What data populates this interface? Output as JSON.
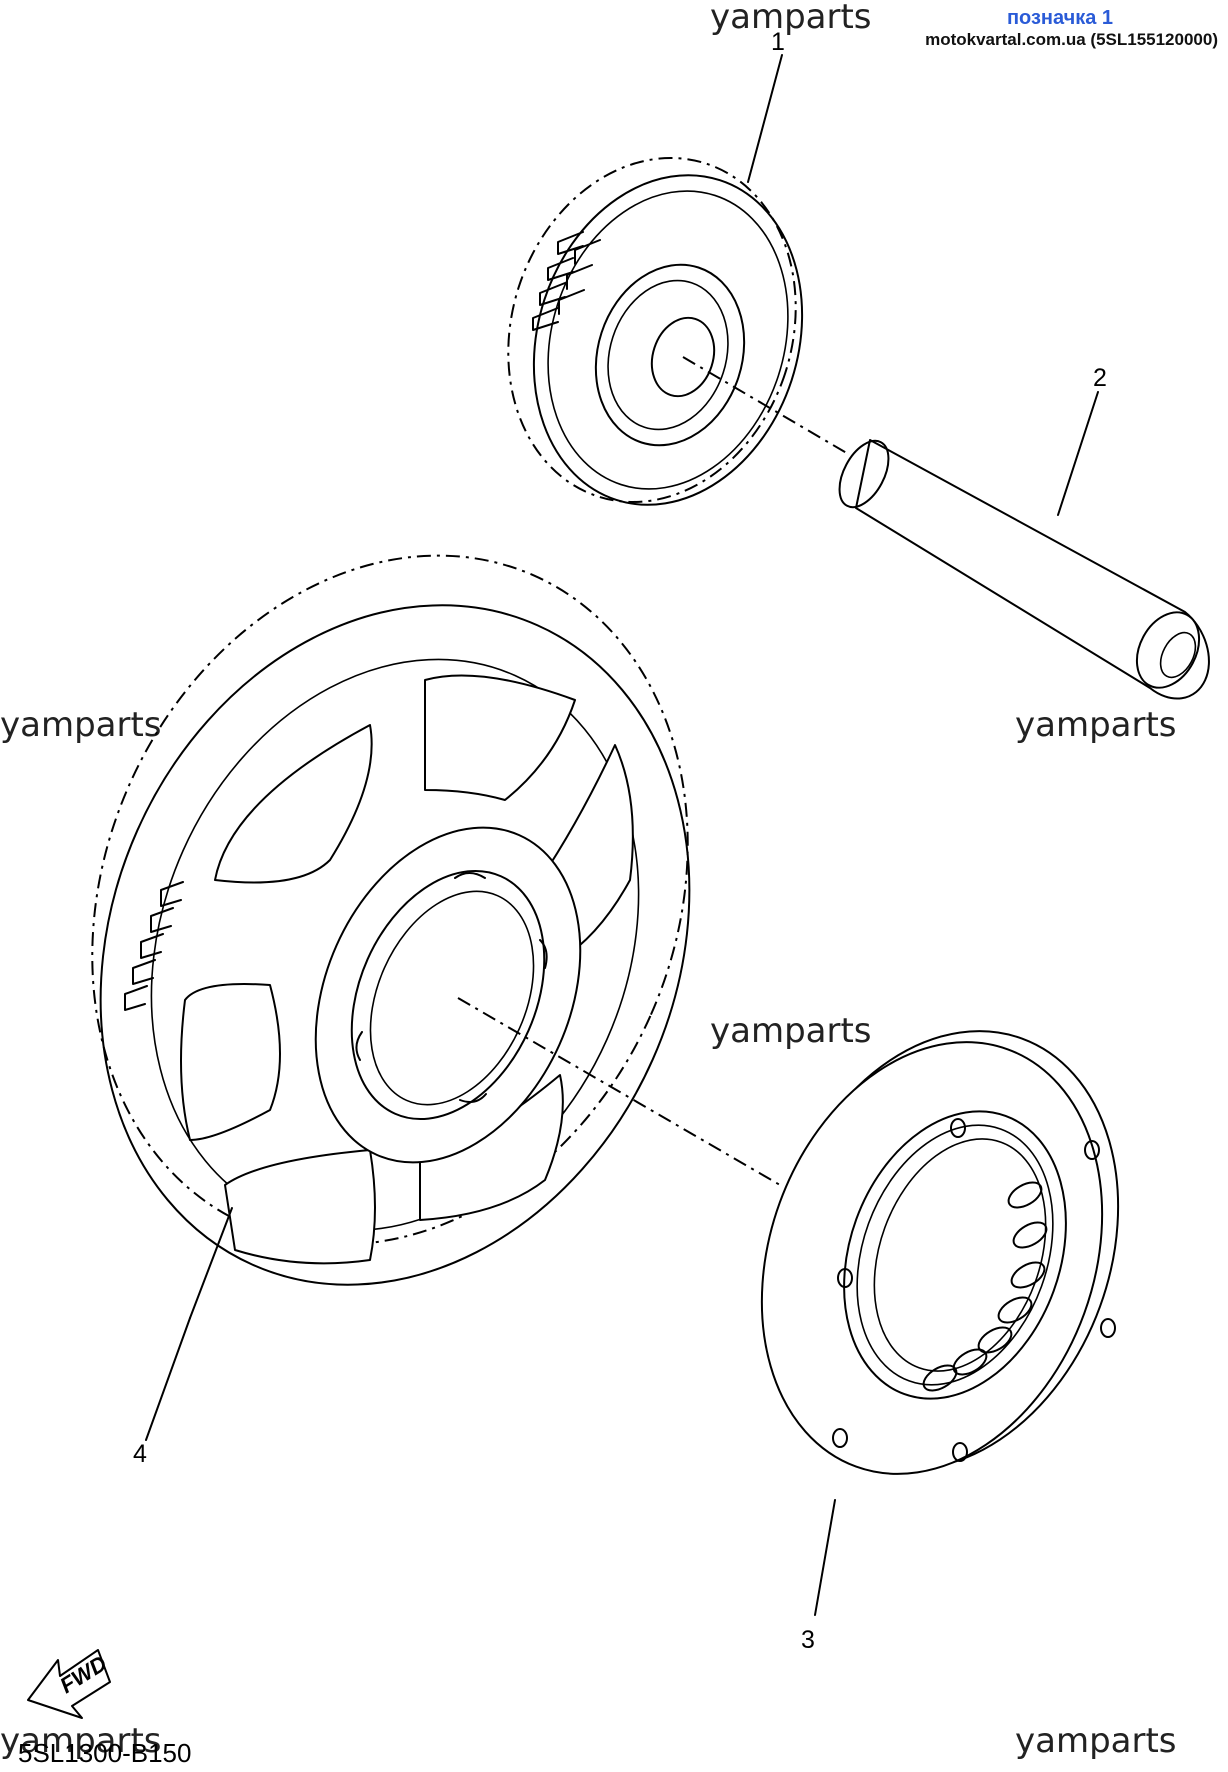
{
  "header": {
    "label": "позначка 1",
    "source": "motokvartal.com.ua (5SL155120000)"
  },
  "watermarks": [
    "yamparts",
    "yamparts",
    "yamparts",
    "yamparts",
    "yamparts",
    "yamparts"
  ],
  "callouts": [
    "1",
    "2",
    "3",
    "4"
  ],
  "diagram_code": "5SL1300-B150",
  "fwd_label": "FWD"
}
